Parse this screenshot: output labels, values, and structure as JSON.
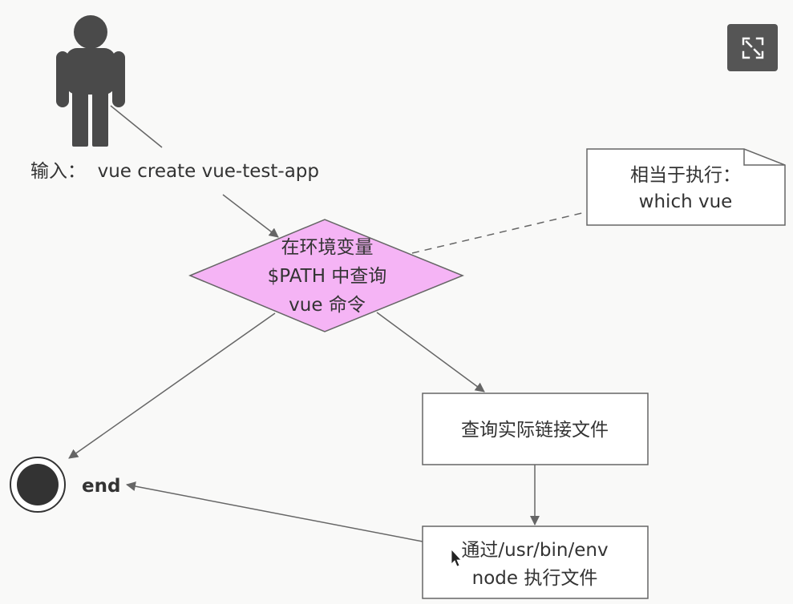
{
  "actor": {
    "icon": "person-icon",
    "input_label": "输入：  vue create vue-test-app"
  },
  "decision": {
    "lines": [
      "在环境变量",
      "$PATH 中查询",
      "vue 命令"
    ],
    "fill": "#f5b4f5"
  },
  "note": {
    "lines": [
      "相当于执行：",
      "which vue"
    ]
  },
  "process1": {
    "label": "查询实际链接文件"
  },
  "process2": {
    "lines": [
      "通过/usr/bin/env",
      "node 执行文件"
    ]
  },
  "end_node": {
    "label": "end"
  },
  "toolbar": {
    "expand_icon": "expand-icon"
  },
  "colors": {
    "background": "#f9f9f8",
    "stroke": "#666666",
    "actor_fill": "#4a4a4a",
    "end_fill": "#333333"
  }
}
